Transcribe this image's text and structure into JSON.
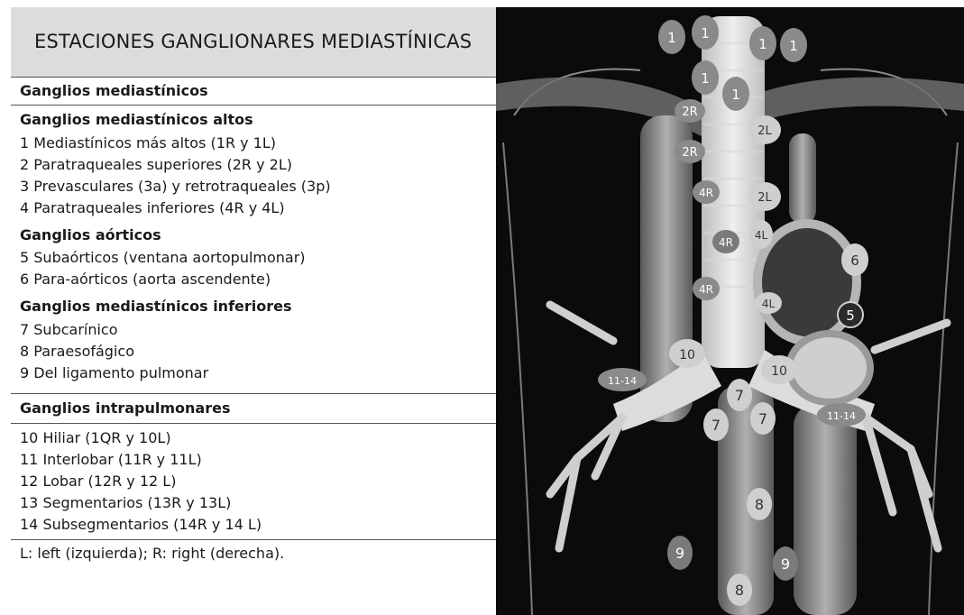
{
  "table": {
    "title": "ESTACIONES GANGLIONARES MEDIASTÍNICAS",
    "section_mediastinal": "Ganglios mediastínicos",
    "group_high": "Ganglios mediastínicos altos",
    "high_items": [
      "1 Mediastínicos más altos (1R y 1L)",
      "2 Paratraqueales superiores (2R y 2L)",
      "3 Prevasculares (3a) y retrotraqueales (3p)",
      "4 Paratraqueales inferiores (4R y 4L)"
    ],
    "group_aortic": "Ganglios aórticos",
    "aortic_items": [
      "5 Subaórticos (ventana aortopulmonar)",
      "6 Para-aórticos (aorta ascendente)"
    ],
    "group_low": "Ganglios mediastínicos inferiores",
    "low_items": [
      "7 Subcarínico",
      "8 Paraesofágico",
      "9 Del ligamento pulmonar"
    ],
    "section_intrapulmonary": "Ganglios intrapulmonares",
    "intrapulmonary_items": [
      "10 Hiliar (1QR y 10L)",
      "11 Interlobar (11R y 11L)",
      "12 Lobar (12R y 12 L)",
      "13 Segmentarios (13R y 13L)",
      "14 Subsegmentarios (14R y 14 L)"
    ],
    "footer": "L: left (izquierda); R: right (derecha)."
  },
  "illustration": {
    "node_labels": {
      "n1": "1",
      "n2R": "2R",
      "n2L": "2L",
      "n4R": "4R",
      "n4L": "4L",
      "n5": "5",
      "n6": "6",
      "n7": "7",
      "n8": "8",
      "n9": "9",
      "n10": "10",
      "n11_14": "11-14"
    },
    "colors": {
      "background": "#0b0b0b",
      "node_dark": "#8a8a8a",
      "node_light": "#cfcfcf",
      "node_black": "#2a2a2a",
      "vessel": "#9a9a9a"
    }
  }
}
